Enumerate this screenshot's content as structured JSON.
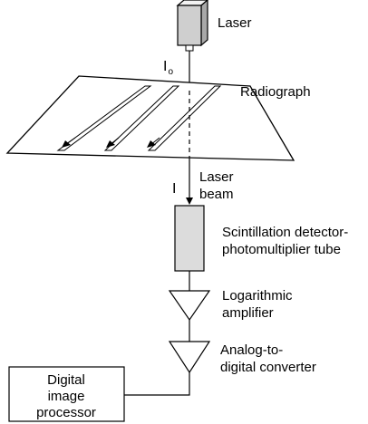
{
  "diagram": {
    "laser": {
      "label": "Laser",
      "color": "#cfcfcf"
    },
    "incident_beam": {
      "symbol": "I",
      "subscript": "o"
    },
    "radiograph": {
      "label": "Radiograph"
    },
    "transmitted_beam": {
      "symbol": "I",
      "label_line1": "Laser",
      "label_line2": "beam"
    },
    "detector": {
      "label_line1": "Scintillation detector-",
      "label_line2": "photomultiplier tube",
      "color": "#dcdcdc"
    },
    "log_amplifier": {
      "label_line1": "Logarithmic",
      "label_line2": "amplifier"
    },
    "adc": {
      "label_line1": "Analog-to-",
      "label_line2": "digital converter"
    },
    "processor": {
      "label_line1": "Digital",
      "label_line2": "image",
      "label_line3": "processor"
    }
  }
}
